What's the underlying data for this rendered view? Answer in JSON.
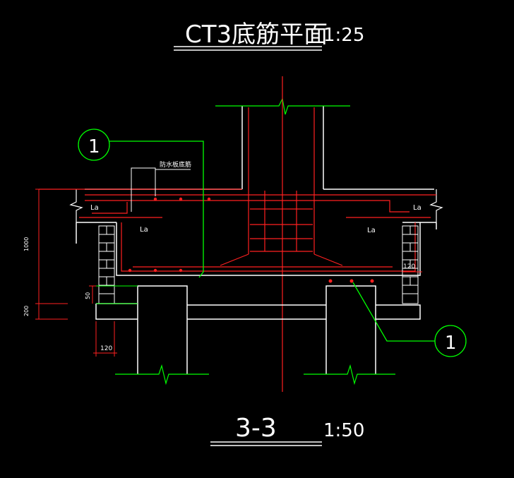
{
  "drawing": {
    "title": "CT3底筋平面",
    "title_scale": "1:25",
    "section_label": "3-3",
    "section_scale": "1:50",
    "callout_left": "1",
    "callout_right": "1",
    "lap_labels": [
      "La",
      "La",
      "La",
      "La"
    ],
    "note_waterproof": "防水板底筋",
    "dim_1000": "1000",
    "dim_200": "200",
    "dim_50": "50",
    "dim_120_left": "120",
    "dim_120_right": "120"
  },
  "colors": {
    "background": "#000000",
    "concrete_outline": "#ffffff",
    "rebar": "#ff2020",
    "dimension": "#ff2020",
    "callout": "#00ff00",
    "break_line": "#00ff00"
  }
}
